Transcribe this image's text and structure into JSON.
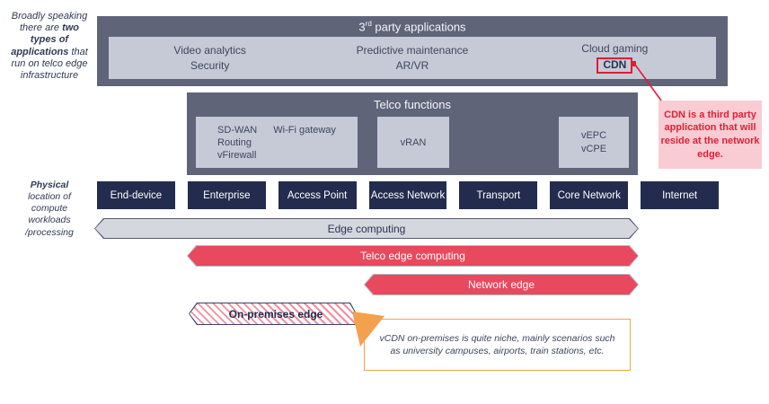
{
  "colors": {
    "slate_box": "#5f6479",
    "light_panel": "#c6cad6",
    "navy_box": "#232c4e",
    "red_arrow": "#e8495e",
    "red_accent": "#dc1f34",
    "pink_callout_bg": "#f9ccd4",
    "orange_accent": "#f2a24e",
    "gray_arrow": "#d5d7df"
  },
  "sidebar": {
    "apps_note": {
      "p1": "Broadly speaking there are ",
      "bold": "two types of applications",
      "p2": " that run on telco edge infrastructure"
    },
    "physical_note": {
      "bold": "Physical",
      "rest": "location of compute workloads /processing"
    }
  },
  "third_party": {
    "title_num": "3",
    "title_sup": "rd",
    "title_rest": " party applications",
    "columns": [
      {
        "line1": "Video analytics",
        "line2": "Security"
      },
      {
        "line1": "Predictive maintenance",
        "line2": "AR/VR"
      },
      {
        "line1": "Cloud gaming",
        "line2": "CDN"
      }
    ]
  },
  "telco": {
    "title": "Telco functions",
    "cpe_box": {
      "col1": [
        "SD-WAN",
        "Routing",
        "vFirewall"
      ],
      "col2": [
        "Wi-Fi gateway"
      ]
    },
    "vran_box": [
      "vRAN"
    ],
    "vepc_box": [
      "vEPC",
      "vCPE"
    ]
  },
  "locations": [
    "End-device",
    "Enterprise",
    "Access Point",
    "Access Network",
    "Transport",
    "Core Network",
    "Internet"
  ],
  "arrows": {
    "edge": "Edge computing",
    "telco_edge": "Telco edge computing",
    "network_edge": "Network edge",
    "on_premises": "On-premises edge"
  },
  "callout_cdn": "CDN is a third party application that will reside at the network edge.",
  "note_vcdn": "vCDN on-premises is quite niche, mainly scenarios such as university campuses, airports, train stations, etc."
}
